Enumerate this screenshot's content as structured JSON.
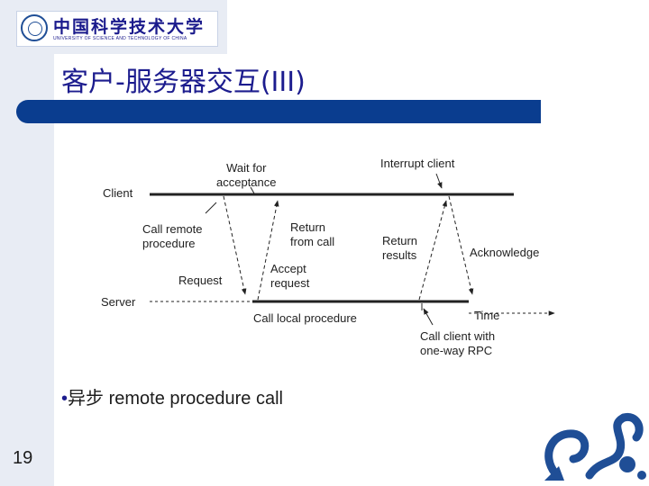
{
  "header": {
    "logo_cn": "中国科学技术大学",
    "logo_en": "UNIVERSITY OF SCIENCE AND TECHNOLOGY OF CHINA"
  },
  "slide": {
    "title": "客户-服务器交互(III)",
    "bullet_marker": "•",
    "bullet_text": "异步 remote procedure call",
    "page_number": "19"
  },
  "diagram": {
    "client_label": "Client",
    "server_label": "Server",
    "wait_label": "Wait for\nacceptance",
    "interrupt_label": "Interrupt client",
    "call_remote_label": "Call remote\nprocedure",
    "return_label": "Return\nfrom call",
    "return_results_label": "Return\nresults",
    "acknowledge_label": "Acknowledge",
    "request_label": "Request",
    "accept_label": "Accept\nrequest",
    "call_local_label": "Call local procedure",
    "time_label": "Time",
    "call_client_label": "Call client with\none-way RPC"
  },
  "colors": {
    "title": "#1c1c8e",
    "title_bar": "#0a3d8f",
    "side_band": "#e8ecf4",
    "emblem": "#1f4e96"
  },
  "icons": {
    "logo": "university-seal-icon",
    "emblem": "dragon-emblem-icon"
  }
}
